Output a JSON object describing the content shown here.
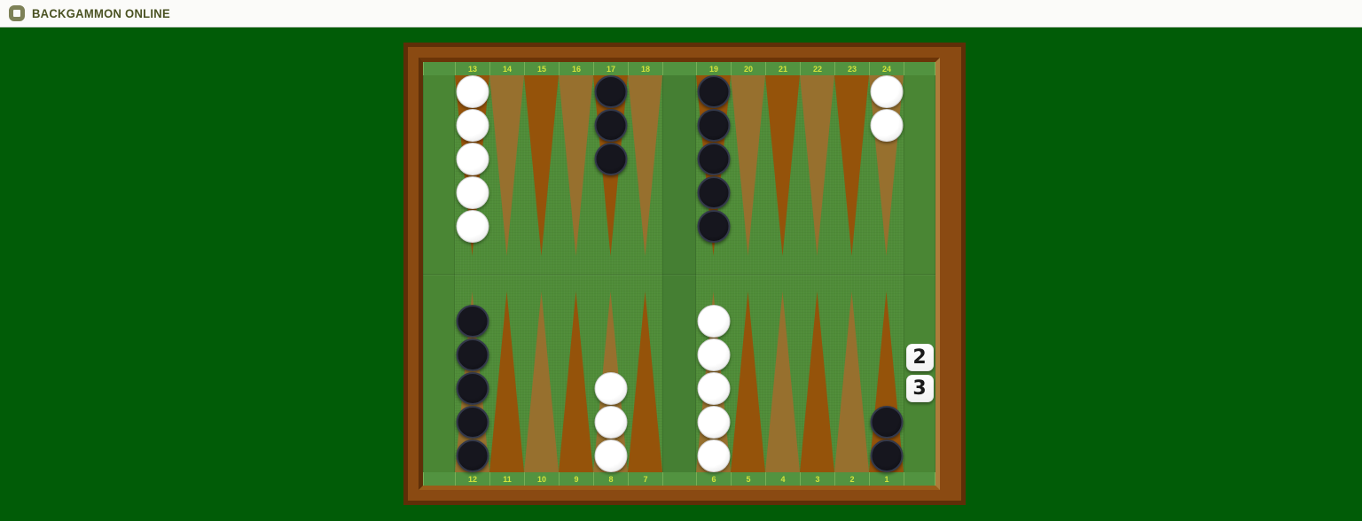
{
  "header": {
    "title": "BACKGAMMON ONLINE"
  },
  "colors": {
    "page_bg": "#015c07",
    "header_bg": "#fbfbf9",
    "title": "#4a5222",
    "logo": "#7d8157",
    "frame": "#8a4a12",
    "frame_dark": "#5e2e07",
    "frame_bevel": "#ad7c3a",
    "felt": "#4f8c38",
    "gutter": "#4a8634",
    "bar": "#457f33",
    "strip": "#529340",
    "number": "#d3e23b",
    "point_dark": "#95530a",
    "point_light": "#97702e"
  },
  "board": {
    "quadrants": {
      "top_left": {
        "points": [
          {
            "number": "13",
            "shade": "dark",
            "checkers": 5,
            "checker_color": "white"
          },
          {
            "number": "14",
            "shade": "light",
            "checkers": 0,
            "checker_color": ""
          },
          {
            "number": "15",
            "shade": "dark",
            "checkers": 0,
            "checker_color": ""
          },
          {
            "number": "16",
            "shade": "light",
            "checkers": 0,
            "checker_color": ""
          },
          {
            "number": "17",
            "shade": "dark",
            "checkers": 3,
            "checker_color": "black"
          },
          {
            "number": "18",
            "shade": "light",
            "checkers": 0,
            "checker_color": ""
          }
        ]
      },
      "top_right": {
        "points": [
          {
            "number": "19",
            "shade": "dark",
            "checkers": 5,
            "checker_color": "black"
          },
          {
            "number": "20",
            "shade": "light",
            "checkers": 0,
            "checker_color": ""
          },
          {
            "number": "21",
            "shade": "dark",
            "checkers": 0,
            "checker_color": ""
          },
          {
            "number": "22",
            "shade": "light",
            "checkers": 0,
            "checker_color": ""
          },
          {
            "number": "23",
            "shade": "dark",
            "checkers": 0,
            "checker_color": ""
          },
          {
            "number": "24",
            "shade": "light",
            "checkers": 2,
            "checker_color": "white"
          }
        ]
      },
      "bottom_left": {
        "points": [
          {
            "number": "12",
            "shade": "light",
            "checkers": 5,
            "checker_color": "black"
          },
          {
            "number": "11",
            "shade": "dark",
            "checkers": 0,
            "checker_color": ""
          },
          {
            "number": "10",
            "shade": "light",
            "checkers": 0,
            "checker_color": ""
          },
          {
            "number": "9",
            "shade": "dark",
            "checkers": 0,
            "checker_color": ""
          },
          {
            "number": "8",
            "shade": "light",
            "checkers": 3,
            "checker_color": "white"
          },
          {
            "number": "7",
            "shade": "dark",
            "checkers": 0,
            "checker_color": ""
          }
        ]
      },
      "bottom_right": {
        "points": [
          {
            "number": "6",
            "shade": "light",
            "checkers": 5,
            "checker_color": "white"
          },
          {
            "number": "5",
            "shade": "dark",
            "checkers": 0,
            "checker_color": ""
          },
          {
            "number": "4",
            "shade": "light",
            "checkers": 0,
            "checker_color": ""
          },
          {
            "number": "3",
            "shade": "dark",
            "checkers": 0,
            "checker_color": ""
          },
          {
            "number": "2",
            "shade": "light",
            "checkers": 0,
            "checker_color": ""
          },
          {
            "number": "1",
            "shade": "dark",
            "checkers": 2,
            "checker_color": "black"
          }
        ]
      }
    },
    "dice": {
      "values": [
        "2",
        "3"
      ]
    }
  }
}
